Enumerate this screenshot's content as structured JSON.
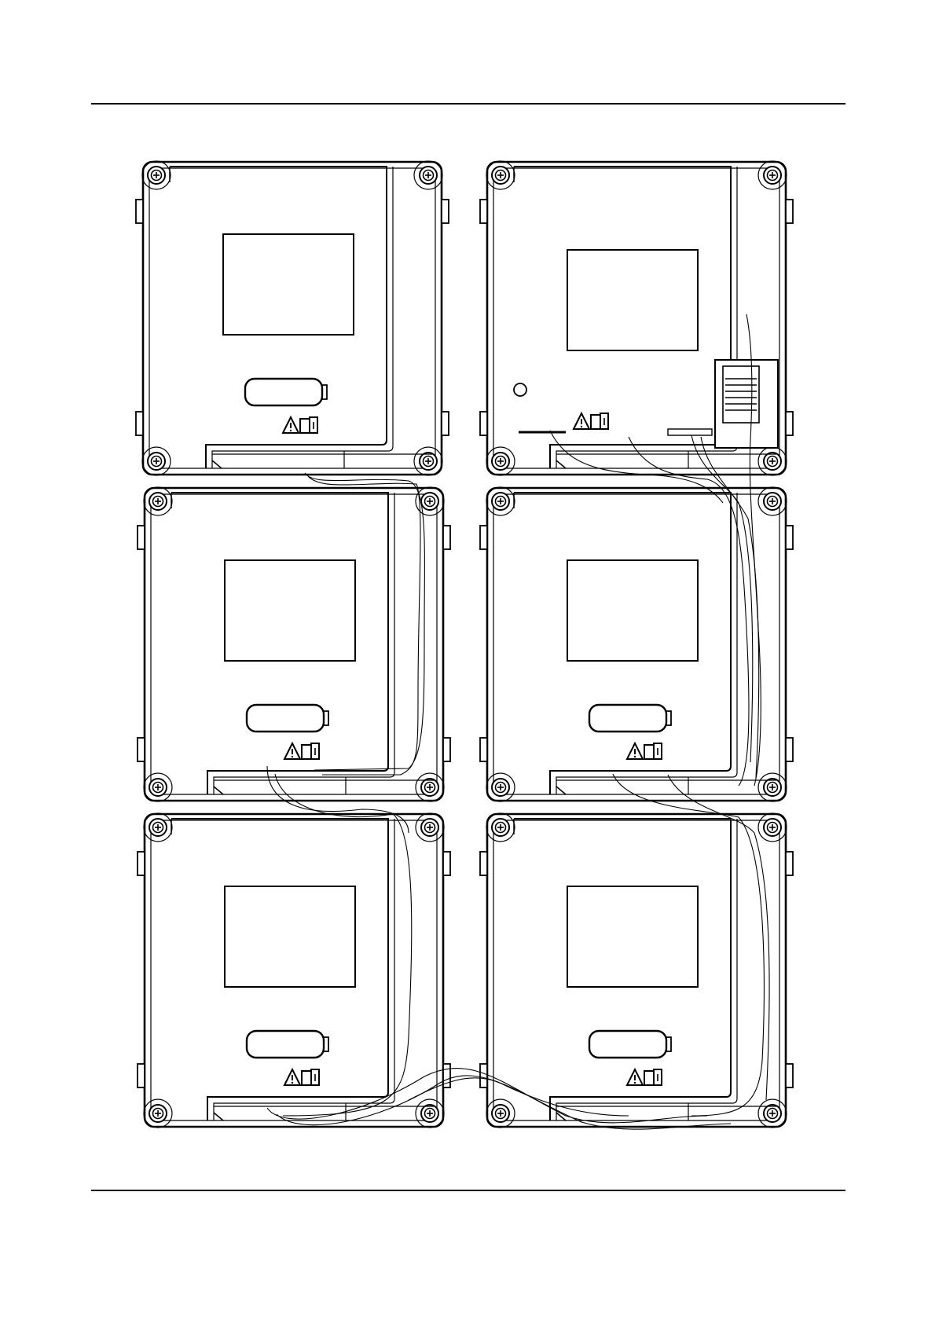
{
  "page": {
    "title": ""
  },
  "diagram": {
    "grid": {
      "columns": 2,
      "rows": 3
    },
    "modules": [
      {
        "id": "module-1",
        "variant": "main-unit",
        "position": "top-left"
      },
      {
        "id": "module-2",
        "variant": "main-unit-with-connector",
        "position": "top-right"
      },
      {
        "id": "module-3",
        "variant": "sub-module",
        "position": "middle-left"
      },
      {
        "id": "module-4",
        "variant": "sub-module",
        "position": "middle-right"
      },
      {
        "id": "module-5",
        "variant": "sub-module",
        "position": "bottom-left"
      },
      {
        "id": "module-6",
        "variant": "sub-module",
        "position": "bottom-right"
      }
    ],
    "icons": {
      "warning": "warning-triangle-icon",
      "manual": "read-manual-icon"
    }
  }
}
